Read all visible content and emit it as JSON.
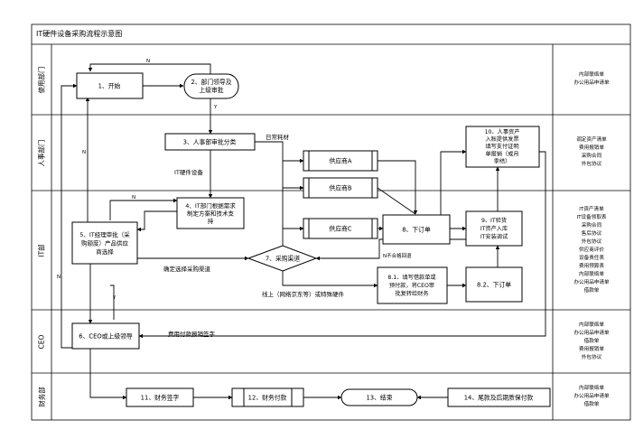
{
  "title": "IT硬件设备采购流程示意图",
  "departments": [
    {
      "id": "use",
      "label": "使用部门"
    },
    {
      "id": "hr",
      "label": "人事部门"
    },
    {
      "id": "it",
      "label": "IT部"
    },
    {
      "id": "ceo",
      "label": "CEO"
    },
    {
      "id": "fin",
      "label": "财务部"
    }
  ],
  "side_notes": {
    "use": [
      "内部联络单",
      "办公用品申请单"
    ],
    "hr": [
      "调定资产清单",
      "费用报销单",
      "采购合同",
      "外包协议"
    ],
    "it": [
      "IT资产清单",
      "IT设备领取表",
      "采购合同",
      "售后协议",
      "外包协议",
      "供应商评价",
      "设备责任表",
      "费用预算表",
      "内部联络单",
      "办公用品申请单",
      "借款单"
    ],
    "ceo": [
      "内部联络单",
      "办公用品申请单",
      "借款单",
      "费用报销单",
      "外包协议"
    ],
    "fin": [
      "内部联络单",
      "办公用品申请单",
      "借款单"
    ]
  },
  "nodes": {
    "n1": [
      "1、开始"
    ],
    "n2": [
      "2、部门领导及",
      "上级审批"
    ],
    "n3": [
      "3、人事部审批分类"
    ],
    "n4": [
      "4、IT部门根据需求",
      "制定方案和技术支",
      "持"
    ],
    "n5": [
      "5、IT经理审批（采",
      "购额度）产品供应",
      "商选择"
    ],
    "n6": [
      "6、CEO或上级领导"
    ],
    "n7": [
      "7、采购渠道"
    ],
    "n8": [
      "8、下订单"
    ],
    "n81": [
      "8.1、填写借款单或",
      "预付款，将CEO审",
      "批复转给财务"
    ],
    "n82": [
      "8.2、下订单"
    ],
    "n9": [
      "9、IT验货",
      "IT资产入库",
      "IT安装调试"
    ],
    "n10": [
      "10、人事资产",
      "入账提供发票",
      "填写支付证明",
      "单报销（或月",
      "季结）"
    ],
    "n11": [
      "11、财务签字"
    ],
    "n12": [
      "12、财务付款"
    ],
    "n13": [
      "13、结束"
    ],
    "n14": [
      "14、尾款及后期质保付款"
    ],
    "supA": [
      "供应商A"
    ],
    "supB": [
      "供应商B"
    ],
    "supC": [
      "供应商C"
    ]
  },
  "edge_labels": {
    "n_top": "N",
    "y_top": "Y",
    "n_left": "N",
    "n_mid": "N",
    "n_far": "N",
    "y_mid": "Y",
    "daily": "日常耗材",
    "ithw": "IT硬件设备",
    "fail": "N不合格回退",
    "confirm": "确定选择采购渠道",
    "online": "线上（网络京东等）或特殊硬件",
    "ceo_sign": "费用付款报销签字"
  }
}
